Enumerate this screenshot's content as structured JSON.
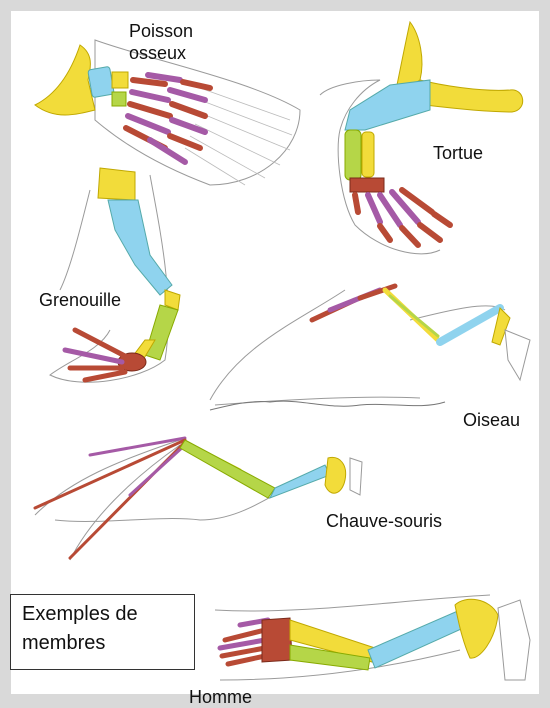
{
  "labels": {
    "fish": "Poisson osseux",
    "turtle": "Tortue",
    "frog": "Grenouille",
    "bird": "Oiseau",
    "bat": "Chauve-souris",
    "human": "Homme"
  },
  "caption": "Exemples de membres",
  "colors": {
    "background": "#d9d9d9",
    "humerus_yellow": "#f2dc3a",
    "radius_blue": "#8fd3ee",
    "ulna_green": "#b5d648",
    "carpal_red": "#b84a35",
    "digit_purple": "#a55aa6",
    "outline": "#9a9a9a"
  }
}
